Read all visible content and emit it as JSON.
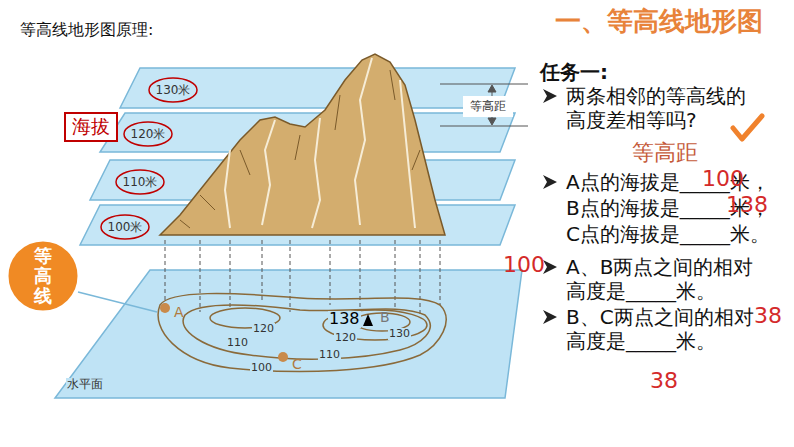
{
  "diagram": {
    "title": "一、等高线地形图",
    "nodes": [
      {
        "text": [
          "海拔"
        ]
      },
      {
        "text": [
          "130米"
        ]
      },
      {
        "text": [
          "120米"
        ]
      },
      {
        "text": [
          "110米"
        ]
      },
      {
        "text": [
          "100米"
        ]
      },
      {
        "text": [
          "等高距"
        ]
      },
      {
        "text": [
          "等高线"
        ]
      }
    ],
    "labels": [
      "等高线地形图原理:",
      "任务一:",
      "两条相邻的等高线的高度差相等吗?",
      "等高距",
      "A点的海拔是_____米，",
      "100",
      "B点的海拔是_____米，",
      "138",
      "C点的海拔是_____米。",
      "A、B两点之间的相对高度是_____米。",
      "100",
      "B、C两点之间的相对高度是_____米。",
      "38",
      "38",
      "A",
      "B",
      "C",
      "138",
      "120",
      "110",
      "100",
      "120",
      "130",
      "110",
      "水平面"
    ]
  }
}
